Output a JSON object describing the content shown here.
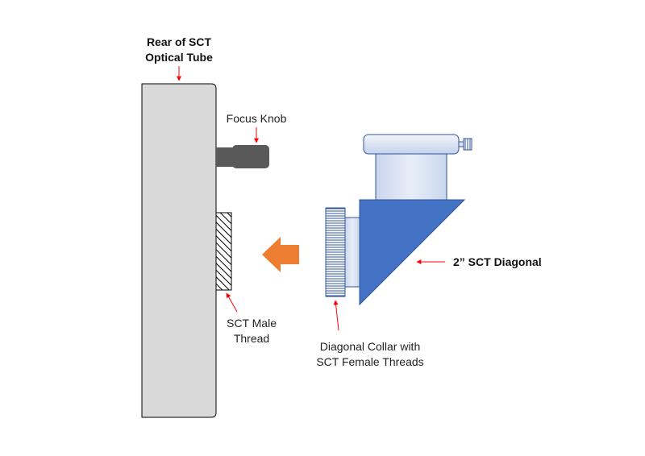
{
  "labels": {
    "rear_line1": "Rear of SCT",
    "rear_line2": "Optical Tube",
    "focus_knob": "Focus Knob",
    "male_line1": "SCT Male",
    "male_line2": "Thread",
    "collar_line1": "Diagonal Collar with",
    "collar_line2": "SCT Female Threads",
    "diagonal": "2” SCT Diagonal"
  },
  "colors": {
    "tube_fill": "#d9d9d9",
    "knob": "#595959",
    "diagonal_prism": "#4472c4",
    "diagonal_light": "#dae3f3",
    "arrow_orange": "#ed7d31",
    "pointer_red": "#ff0000"
  }
}
